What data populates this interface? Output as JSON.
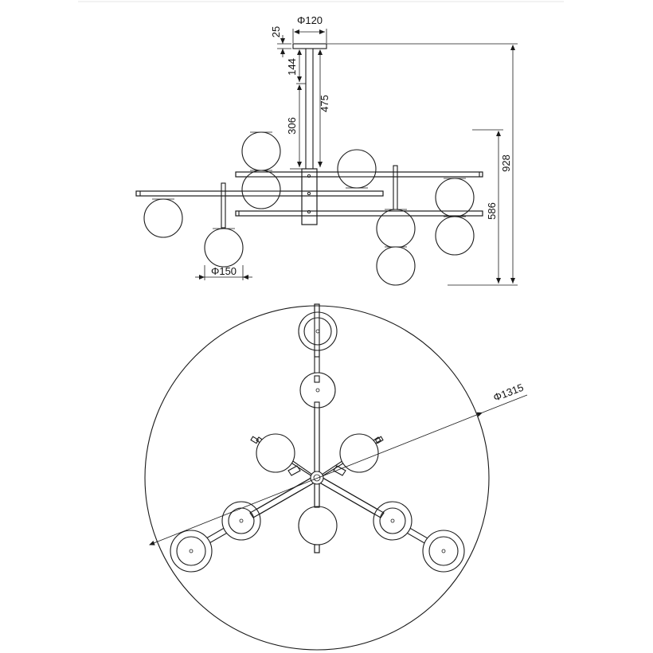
{
  "drawing": {
    "line_color": "#1a1a1a",
    "background": "#ffffff",
    "dimensions": {
      "canopy_diameter": "Φ120",
      "canopy_height": "25",
      "rod_upper": "144",
      "rod_lower": "306",
      "rod_total": "475",
      "body_height": "586",
      "overall_height": "928",
      "globe_diameter": "Φ150",
      "overall_diameter": "Φ1315"
    }
  }
}
